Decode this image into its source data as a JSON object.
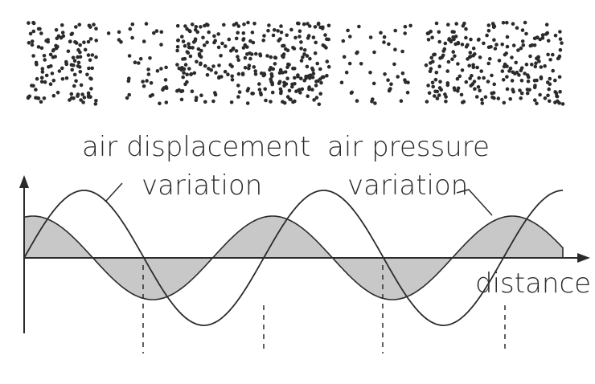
{
  "labels": {
    "displacement_line1": "air displacement",
    "displacement_line2": "variation",
    "pressure_line1": "air pressure",
    "pressure_line2": "variation",
    "distance": "distance"
  },
  "colors": {
    "ink": "#2b2b2b",
    "pressure_fill": "#c8c8c8",
    "background": "#ffffff"
  }
}
